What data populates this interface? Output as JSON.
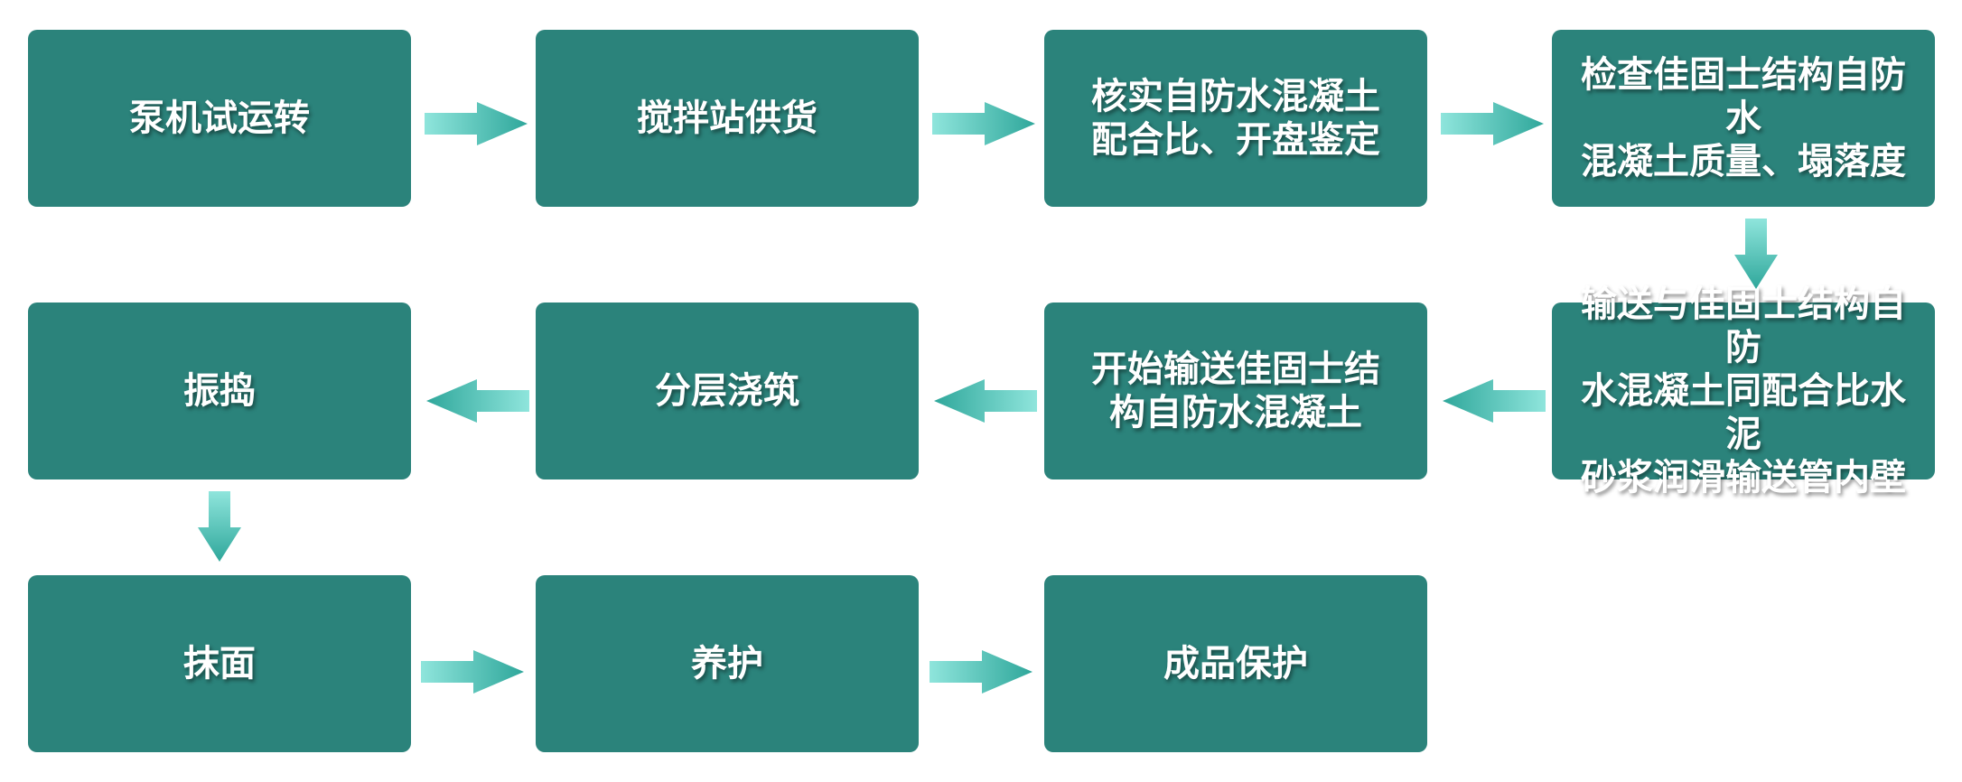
{
  "colors": {
    "box": "#2b837b",
    "box_text": "#ffffff",
    "arrow_light": "#8fe5dc",
    "arrow_dark": "#2fa79b"
  },
  "steps": [
    {
      "label": "泵机试运转"
    },
    {
      "label": "搅拌站供货"
    },
    {
      "label": "核实自防水混凝土\n配合比、开盘鉴定"
    },
    {
      "label": "检查佳固士结构自防水\n混凝土质量、塌落度"
    },
    {
      "label": "输送与佳固士结构自防\n水混凝土同配合比水泥\n砂浆润滑输送管内壁"
    },
    {
      "label": "开始输送佳固士结\n构自防水混凝土"
    },
    {
      "label": "分层浇筑"
    },
    {
      "label": "振捣"
    },
    {
      "label": "抹面"
    },
    {
      "label": "养护"
    },
    {
      "label": "成品保护"
    }
  ],
  "connectors": [
    {
      "from": 1,
      "to": 2,
      "direction": "right"
    },
    {
      "from": 2,
      "to": 3,
      "direction": "right"
    },
    {
      "from": 3,
      "to": 4,
      "direction": "right"
    },
    {
      "from": 4,
      "to": 5,
      "direction": "down"
    },
    {
      "from": 5,
      "to": 6,
      "direction": "left"
    },
    {
      "from": 6,
      "to": 7,
      "direction": "left"
    },
    {
      "from": 7,
      "to": 8,
      "direction": "left"
    },
    {
      "from": 8,
      "to": 9,
      "direction": "down"
    },
    {
      "from": 9,
      "to": 10,
      "direction": "right"
    },
    {
      "from": 10,
      "to": 11,
      "direction": "right"
    }
  ]
}
